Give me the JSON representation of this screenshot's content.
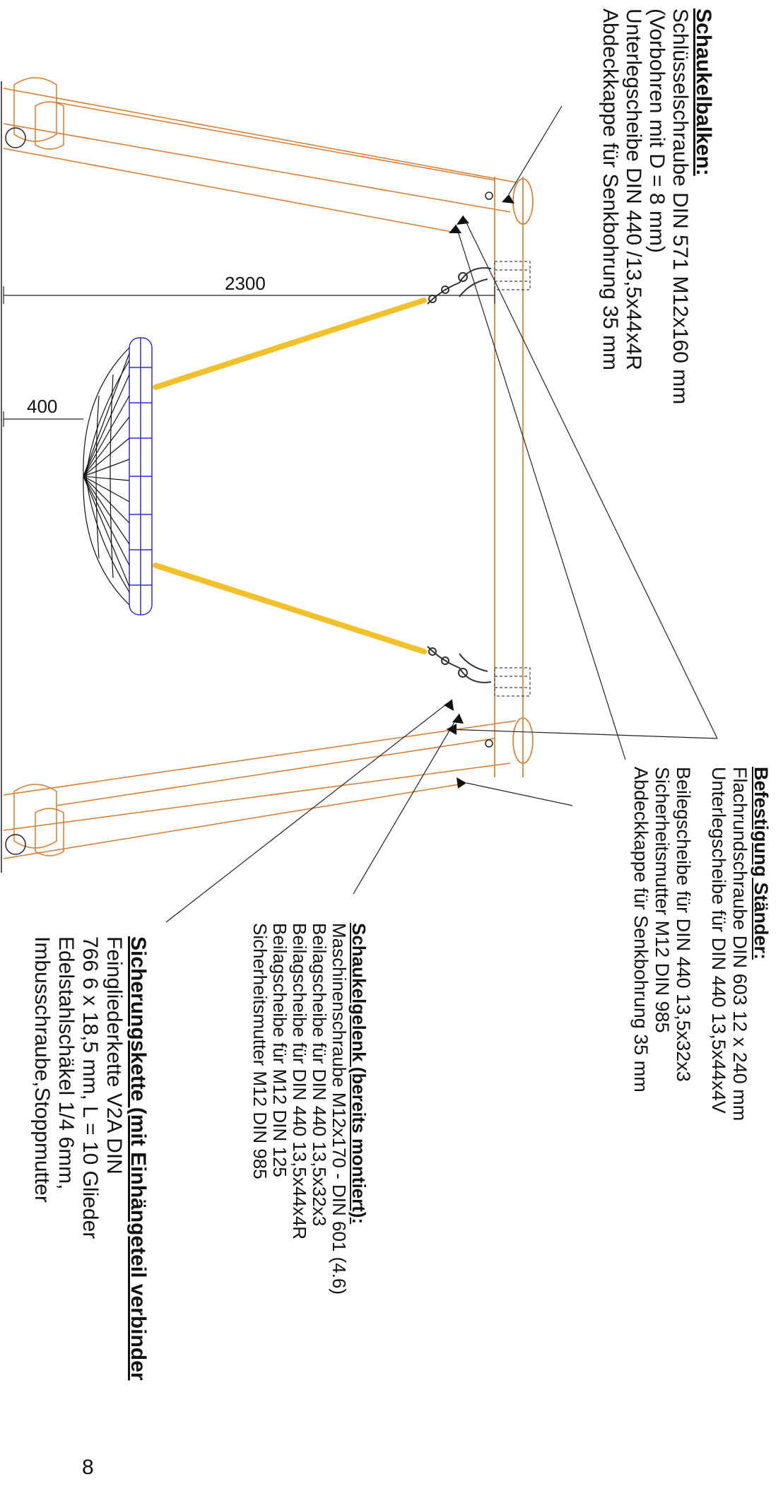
{
  "blocks": {
    "schaukelbalken": {
      "heading": "Schaukelbalken:",
      "lines": [
        "Schlüsselschraube DIN 571  M12x160 mm",
        "(Vorbohren mit D = 8 mm)",
        "Unterlegscheibe DIN 440 /13,5x44x4R",
        "Abdeckkappe für Senkbohrung 35 mm"
      ]
    },
    "befestigung": {
      "heading": "Befestigung Ständer:",
      "lines": [
        "Flachrundschraube DIN 603 12 x 240 mm",
        "Unterlegscheibe für DIN 440 13,5x44x4V",
        "",
        "Beilegscheibe für DIN 440 13,5x32x3",
        "Sicherheitsmutter M12 DIN 985",
        "Abdeckkappe für Senkbohrung 35 mm"
      ]
    },
    "schaukelgelenk": {
      "heading": "Schaukelgelenk (bereits montiert):",
      "lines": [
        "Maschinenschraube M12x170 - DIN 601 (4.6)",
        "Beilagscheibe für DIN 440 13,5x32x3",
        "Beilagscheibe für DIN 440 13,5x44x4R",
        "Beilagscheibe für M12 DIN 125",
        "Sicherheitsmutter M12 DIN 985"
      ]
    },
    "sicherungskette": {
      "heading": "Sicherungskette (mit Einhängeteil verbinder",
      "lines": [
        "Feingliederkette V2A DIN",
        "766 6 x 18,5 mm, L = 10 Glieder",
        "Edelstahlschäkel 1/4 6mm,",
        "Imbusschraube,Stoppmutter"
      ]
    }
  },
  "dimensions": {
    "d2300": "2300",
    "d400": "400"
  },
  "page_number": "8",
  "colors": {
    "wood": "#d87a2c",
    "rope": "#f2c02a",
    "seat": "#2f2fd6",
    "net": "#111111",
    "chain": "#333333"
  }
}
